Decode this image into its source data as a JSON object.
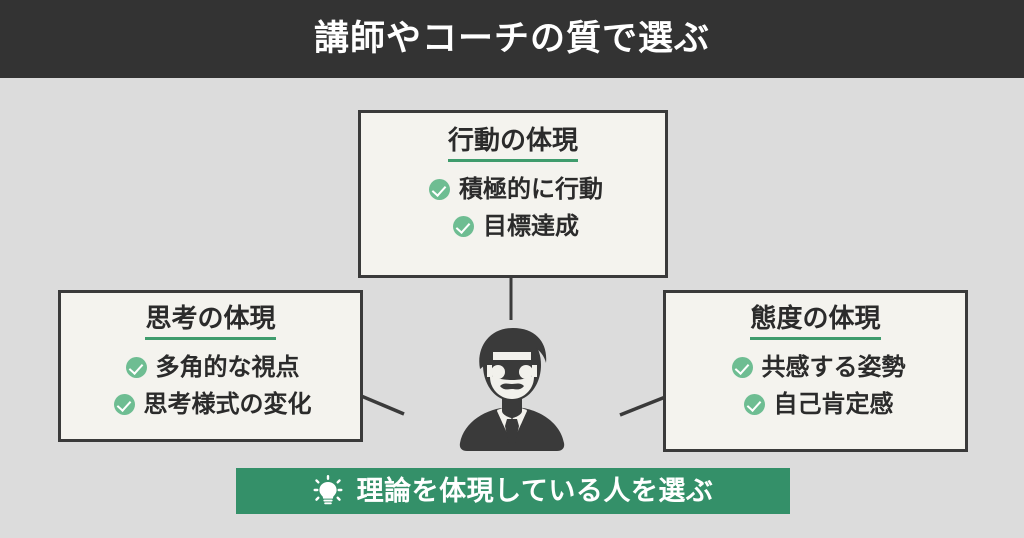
{
  "header": {
    "title": "講師やコーチの質で選ぶ"
  },
  "diagram": {
    "center": {
      "icon": "person-with-glasses-icon"
    },
    "cards": [
      {
        "id": "top",
        "title": "行動の体現",
        "items": [
          "積極的に行動",
          "目標達成"
        ]
      },
      {
        "id": "left",
        "title": "思考の体現",
        "items": [
          "多角的な視点",
          "思考様式の変化"
        ]
      },
      {
        "id": "right",
        "title": "態度の体現",
        "items": [
          "共感する姿勢",
          "自己肯定感"
        ]
      }
    ]
  },
  "banner": {
    "icon": "lightbulb-icon",
    "text": "理論を体現している人を選ぶ"
  },
  "colors": {
    "header_bg": "#333333",
    "page_bg": "#dcdcdc",
    "card_bg": "#f4f3ee",
    "card_border": "#3a3a3a",
    "accent_underline": "#3f9c6d",
    "check_green": "#6ebd92",
    "banner_green": "#349069",
    "text_dark": "#2b2b2b",
    "text_light": "#ffffff"
  }
}
